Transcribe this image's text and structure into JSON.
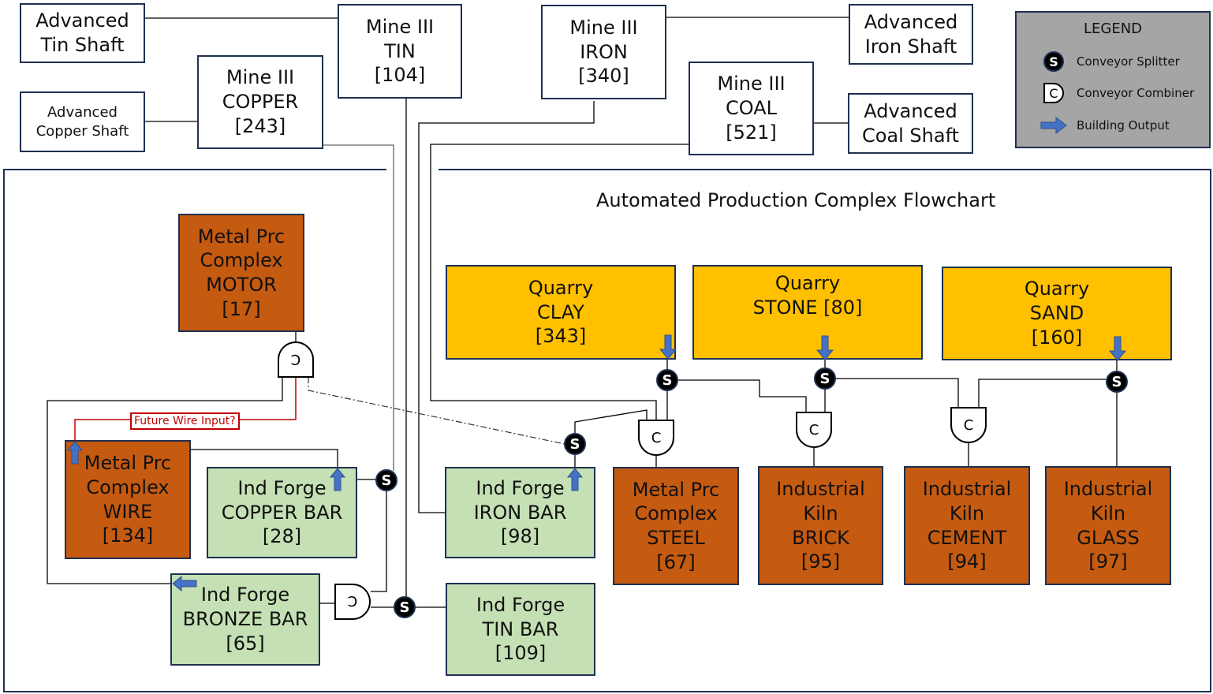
{
  "title": "Automated Production Complex Flowchart",
  "legend": {
    "title": "LEGEND",
    "items": [
      {
        "icon": "splitter-icon",
        "glyph": "S",
        "label": "Conveyor Splitter"
      },
      {
        "icon": "combiner-icon",
        "glyph": "C",
        "label": "Conveyor Combiner"
      },
      {
        "icon": "output-arrow-icon",
        "glyph": "➡",
        "label": "Building Output"
      }
    ]
  },
  "colors": {
    "border": "#1F3050",
    "processor": "#C55A11",
    "forge": "#C5E0B4",
    "quarry": "#FFC000",
    "legend_bg": "#A5A5A5",
    "arrow": "#4472C4",
    "future": "#C00000"
  },
  "shafts": {
    "tin": [
      "Advanced",
      "Tin Shaft"
    ],
    "copper": [
      "Advanced",
      "Copper Shaft"
    ],
    "iron": [
      "Advanced",
      "Iron Shaft"
    ],
    "coal": [
      "Advanced",
      "Coal Shaft"
    ]
  },
  "mines": {
    "tin": [
      "Mine III",
      "TIN",
      "[104]"
    ],
    "copper": [
      "Mine III",
      "COPPER",
      "[243]"
    ],
    "iron": [
      "Mine III",
      "IRON",
      "[340]"
    ],
    "coal": [
      "Mine III",
      "COAL",
      "[521]"
    ]
  },
  "quarries": {
    "clay": [
      "Quarry",
      "CLAY",
      "[343]"
    ],
    "stone": [
      "Quarry",
      "STONE [80]"
    ],
    "sand": [
      "Quarry",
      "SAND",
      "[160]"
    ]
  },
  "processors": {
    "motor": [
      "Metal Prc",
      "Complex",
      "MOTOR",
      "[17]"
    ],
    "wire": [
      "Metal Prc",
      "Complex",
      "WIRE",
      "[134]"
    ],
    "steel": [
      "Metal Prc",
      "Complex",
      "STEEL",
      "[67]"
    ]
  },
  "kilns": {
    "brick": [
      "Industrial",
      "Kiln",
      "BRICK",
      "[95]"
    ],
    "cement": [
      "Industrial",
      "Kiln",
      "CEMENT",
      "[94]"
    ],
    "glass": [
      "Industrial",
      "Kiln",
      "GLASS",
      "[97]"
    ]
  },
  "forges": {
    "copper_bar": [
      "Ind Forge",
      "COPPER BAR",
      "[28]"
    ],
    "iron_bar": [
      "Ind Forge",
      "IRON BAR",
      "[98]"
    ],
    "bronze_bar": [
      "Ind Forge",
      "BRONZE BAR",
      "[65]"
    ],
    "tin_bar": [
      "Ind Forge",
      "TIN BAR",
      "[109]"
    ]
  },
  "symbols": {
    "splitter": "S",
    "combiner": "C"
  },
  "note": "Future Wire Input?"
}
